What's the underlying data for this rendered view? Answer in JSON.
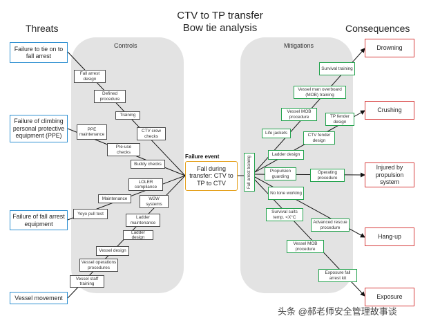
{
  "title_line1": "CTV to TP transfer",
  "title_line2": "Bow tie analysis",
  "threats_heading": "Threats",
  "consequences_heading": "Consequences",
  "controls_heading": "Controls",
  "mitigations_heading": "Mitigations",
  "failure_event_label": "Failure event",
  "failure_event_text": "Fall during transfer: CTV to TP to CTV",
  "threats": [
    "Failure to tie on to fall arrest",
    "Failure of climbing personal protective equipment (PPE)",
    "Failure of fall arrest equipment",
    "Vessel movement"
  ],
  "controls": [
    "Fall arrest design",
    "Defined procedure",
    "Training",
    "PPE maintenance",
    "CTV crew checks",
    "Pre-use checks",
    "Buddy checks",
    "LOLER compliance",
    "Maintenance",
    "W2W systems",
    "Yoyo pull test",
    "Ladder maintenance",
    "Ladder design",
    "Vessel design",
    "Vessel operations procedures",
    "Vessel staff training"
  ],
  "vertical_mitigation": "Fall arrest training",
  "mitigations": [
    "Survival training",
    "Vessel man overboard (MOB) training",
    "Vessel MOB procedure",
    "TP fender design",
    "Life jackets",
    "CTV fender design",
    "Ladder design",
    "Propulsion guarding",
    "Operating procedure",
    "No lone working",
    "Survival suits temp. <X°C",
    "Advanced rescue procedure",
    "Vessel MOB procedure",
    "Exposure fall arrest kit"
  ],
  "consequences": [
    "Drowning",
    "Crushing",
    "Injured by propulsion system",
    "Hang-up",
    "Exposure"
  ],
  "watermark": "头条 @郝老师安全管理故事谈",
  "colors": {
    "threat_border": "#2d8fd1",
    "consequence_border": "#d63a3a",
    "mitigation_border": "#23a24d",
    "control_border": "#4a4a4a",
    "event_border": "#e5a11e",
    "panel_fill": "#e3e3e3"
  }
}
